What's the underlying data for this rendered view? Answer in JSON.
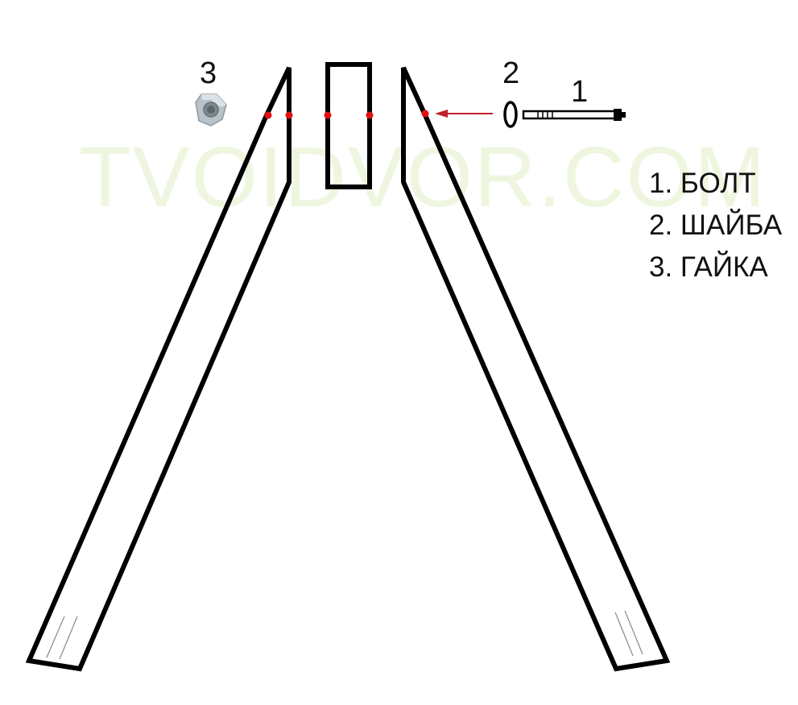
{
  "watermark": "TVOIDVOR.COM",
  "callouts": {
    "bolt": "1",
    "washer": "2",
    "nut": "3"
  },
  "legend": [
    "1. БОЛТ",
    "2. ШАЙБА",
    "3. ГАЙКА"
  ],
  "colors": {
    "outline": "#000000",
    "hole_marker": "#e01010",
    "arrow": "#c0202a",
    "watermark": "#eef6df",
    "nut": "#b8c2c8"
  },
  "icons": {
    "nut": "hex-nut-icon",
    "washer": "washer-icon",
    "bolt": "bolt-icon",
    "arrow": "arrow-left-icon"
  }
}
